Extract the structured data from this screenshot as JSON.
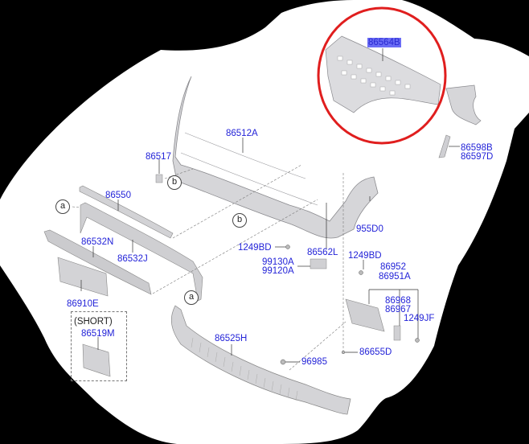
{
  "diagram": {
    "title": "Front bumper assembly exploded parts diagram",
    "highlight": {
      "part": "86564B",
      "circle_color": "#e01e1e",
      "label_bg": "#6a6cf5"
    },
    "colors": {
      "label": "#2323d8",
      "part_fill": "#d9d9db",
      "background_blob": "#ffffff",
      "outside": "#000000"
    },
    "labels": {
      "p86564B": "86564B",
      "p86598B": "86598B",
      "p86597D": "86597D",
      "p86512A": "86512A",
      "p86517": "86517",
      "p86550": "86550",
      "p86532N": "86532N",
      "p86532J": "86532J",
      "p86910E": "86910E",
      "short": "(SHORT)",
      "p86519M": "86519M",
      "p955D0": "955D0",
      "p86562L": "86562L",
      "p1249BD_a": "1249BD",
      "p99130A": "99130A",
      "p99120A": "99120A",
      "p1249BD_b": "1249BD",
      "p86952": "86952",
      "p86951A": "86951A",
      "p86968": "86968",
      "p86967": "86967",
      "p1249JF": "1249JF",
      "p86655D": "86655D",
      "p86525H": "86525H",
      "p96985": "96985"
    },
    "callouts": {
      "a1": "a",
      "a2": "a",
      "b1": "b",
      "b2": "b"
    }
  }
}
